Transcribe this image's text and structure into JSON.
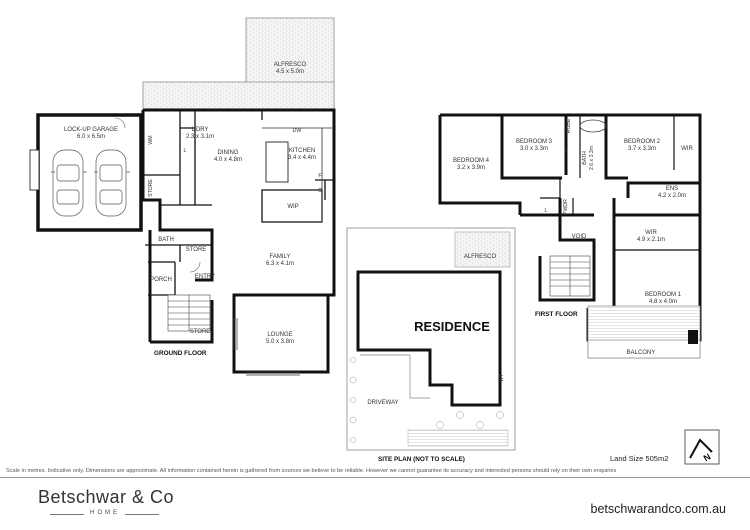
{
  "ground_floor": {
    "title": "GROUND FLOOR",
    "rooms": {
      "garage_name": "LOCK-UP GARAGE",
      "garage_dim": "6.0 x 6.5m",
      "alfresco_name": "ALFRESCO",
      "alfresco_dim": "4.5 x 5.0m",
      "ldry_name": "L'DRY",
      "ldry_dim": "2.3 x 3.1m",
      "wm": "WM",
      "l_mark": "L",
      "dining_name": "DINING",
      "dining_dim": "4.0 x 4.8m",
      "kitchen_name": "KITCHEN",
      "kitchen_dim": "3.4 x 4.4m",
      "dw": "DW",
      "fridge": "F",
      "cooktop": "C",
      "wip": "WIP",
      "store1": "STORE",
      "bath": "BATH",
      "store2": "STORE",
      "porch": "PORCH",
      "entry": "ENTRY",
      "family_name": "FAMILY",
      "family_dim": "6.3 x 4.1m",
      "store3": "STORE",
      "lounge_name": "LOUNGE",
      "lounge_dim": "5.0 x 3.8m"
    }
  },
  "first_floor": {
    "title": "FIRST FLOOR",
    "rooms": {
      "bed4_name": "BEDROOM 4",
      "bed4_dim": "3.2 x 3.9m",
      "bed3_name": "BEDROOM 3",
      "bed3_dim": "3.0 x 3.3m",
      "robe": "ROBE",
      "bed2_name": "BEDROOM 2",
      "bed2_dim": "3.7 x 3.3m",
      "wir1": "WIR",
      "bath_name": "BATH",
      "bath_dim": "2.6 x 3.3m",
      "c_mark": "C",
      "l_mark": "L",
      "pwdr": "PWDR",
      "ens_name": "ENS",
      "ens_dim": "4.2 x 2.0m",
      "void": "VOID",
      "wir2_name": "WIR",
      "wir2_dim": "4.9 x 2.1m",
      "bed1_name": "BEDROOM 1",
      "bed1_dim": "4.8 x 4.0m",
      "balcony": "BALCONY"
    }
  },
  "site_plan": {
    "title": "SITE PLAN (NOT TO SCALE)",
    "residence": "RESIDENCE",
    "alfresco": "ALFRESCO",
    "driveway": "DRIVEWAY",
    "wt": "WT"
  },
  "land_size": "Land Size 505m2",
  "compass_letter": "N",
  "disclaimer": "Scale in metres. Indicative only. Dimensions are approximate. All information contained herein is gathered from sources we believe to be reliable. However we cannot guarantee its accuracy and interested persons should rely on their own enquiries",
  "brand": {
    "name": "Betschwar & Co",
    "sub": "HOME"
  },
  "website": "betschwarandco.com.au"
}
